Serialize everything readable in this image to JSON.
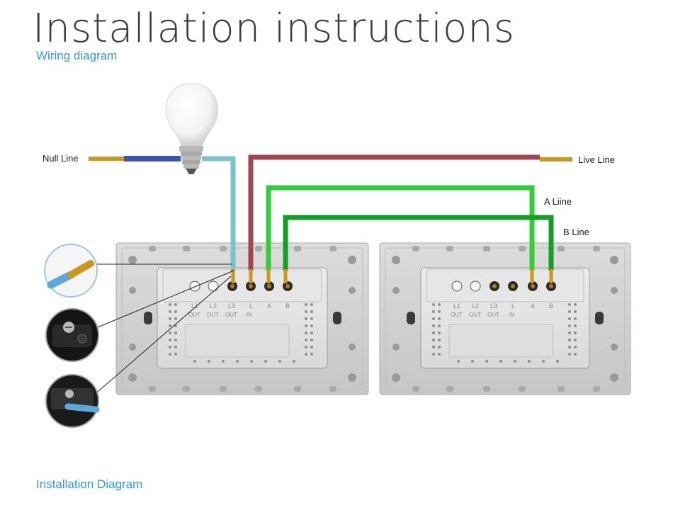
{
  "header": {
    "title": "Installation instructions",
    "subtitle": "Wiring diagram"
  },
  "footer": {
    "label": "Installation Diagram"
  },
  "diagram": {
    "labels": {
      "null_line": "Null Line",
      "live_line": "Live Line",
      "a_line": "A Liine",
      "b_line": "B Line"
    },
    "terminal_labels": [
      "L1",
      "L2",
      "L3",
      "L",
      "A",
      "B"
    ],
    "terminal_sublabels": [
      "OUT",
      "OUT",
      "OUT",
      "IN"
    ],
    "colors": {
      "null_wire": "#3a55b0",
      "light_wire": "#7cc3c8",
      "live_wire": "#a1464f",
      "a_wire": "#33cc3a",
      "b_wire": "#149e28",
      "copper": "#c9981c",
      "panel": "#d2d2d2"
    }
  }
}
